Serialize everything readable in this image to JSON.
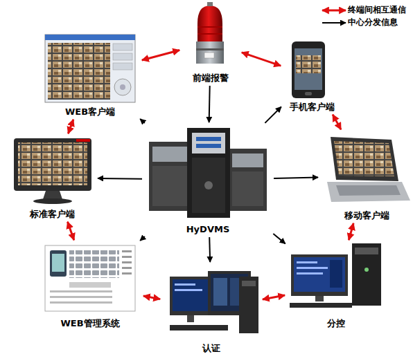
{
  "diagram": {
    "nodes": [
      {
        "text": [
          "前端报警"
        ]
      },
      {
        "text": [
          "WEB客户端"
        ]
      },
      {
        "text": [
          "手机客户端"
        ]
      },
      {
        "text": [
          "标准客户端"
        ]
      },
      {
        "text": [
          "HyDVMS"
        ]
      },
      {
        "text": [
          "移动客户端"
        ]
      },
      {
        "text": [
          "WEB管理系统"
        ]
      },
      {
        "text": [
          "分控"
        ]
      },
      {
        "text": [
          "认证"
        ]
      }
    ],
    "edges": [
      {
        "from": 0,
        "to": 4,
        "arrow": "to"
      },
      {
        "from": 4,
        "to": 1,
        "arrow": "to"
      },
      {
        "from": 4,
        "to": 2,
        "arrow": "to"
      },
      {
        "from": 4,
        "to": 3,
        "arrow": "to"
      },
      {
        "from": 4,
        "to": 5,
        "arrow": "to"
      },
      {
        "from": 4,
        "to": 6,
        "arrow": "to"
      },
      {
        "from": 4,
        "to": 7,
        "arrow": "to"
      },
      {
        "from": 4,
        "to": 8,
        "arrow": "to"
      },
      {
        "from": 0,
        "to": 1,
        "arrow": "both"
      },
      {
        "from": 0,
        "to": 2,
        "arrow": "both"
      },
      {
        "from": 2,
        "to": 5,
        "arrow": "both"
      },
      {
        "from": 5,
        "to": 7,
        "arrow": "both"
      },
      {
        "from": 7,
        "to": 8,
        "arrow": "both"
      },
      {
        "from": 8,
        "to": 6,
        "arrow": "both"
      },
      {
        "from": 6,
        "to": 3,
        "arrow": "both"
      },
      {
        "from": 3,
        "to": 1,
        "arrow": "both"
      }
    ],
    "legend": [
      {
        "text": "终端间相互通信"
      },
      {
        "text": "中心分发信息"
      }
    ]
  }
}
